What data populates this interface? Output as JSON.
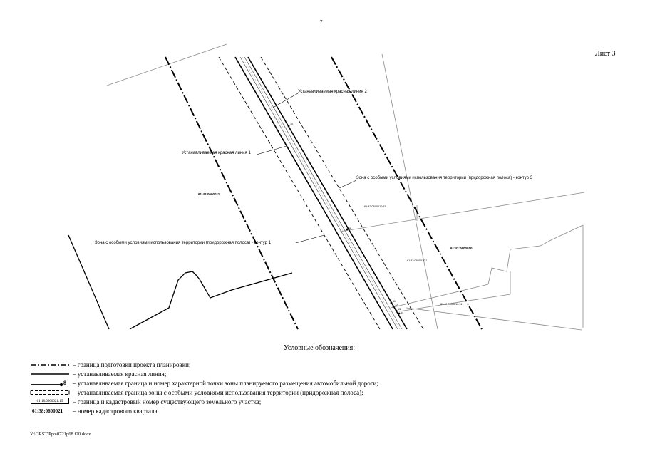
{
  "page_number": "7",
  "sheet_label": "Лист 3",
  "map": {
    "labels": {
      "red_line_2": "Устанавливаемая красная линия 2",
      "red_line_1": "Устанавливаемая красная линия 1",
      "zone_contour_3": "Зона с особыми условиями использования территории (придорожная полоса) - контур 3",
      "zone_contour_1": "Зона с особыми условиями использования территории (придорожная полоса) - контур 1",
      "kvartal_west": "61:42:0600011",
      "kvartal_east": "61:42:0600010",
      "parcel_north": "61:42:0600010:15",
      "parcel_middle": "61:42:0600010:1",
      "parcel_south": "61:42:0600010:11",
      "point_1": "10",
      "point_2": "9",
      "point_3": "11",
      "point_4": "12",
      "point_5": "13",
      "point_6": "14"
    }
  },
  "legend": {
    "title": "Условные обозначения:",
    "items": [
      {
        "text": "–  граница подготовки проекта планировки;"
      },
      {
        "text": "–  устанавливаемая красная линия;"
      },
      {
        "symbol_label": "8",
        "text": "–  устанавливаемая граница и номер характерной точки зоны планируемого размещения автомобильной дороги;"
      },
      {
        "text": "–  устанавливаемая граница зоны с особыми условиями использования территории (придорожная полоса);"
      },
      {
        "symbol_label": "61:18:0600021:15",
        "text": "–  граница и кадастровый номер существующего земельного участка;"
      },
      {
        "symbol_label": "61:38:0600021",
        "text": "–  номер кадастрового квартала."
      }
    ]
  },
  "footer": {
    "file_path": "Y:\\ORST\\Ppo\\0721p68.f20.docx"
  }
}
